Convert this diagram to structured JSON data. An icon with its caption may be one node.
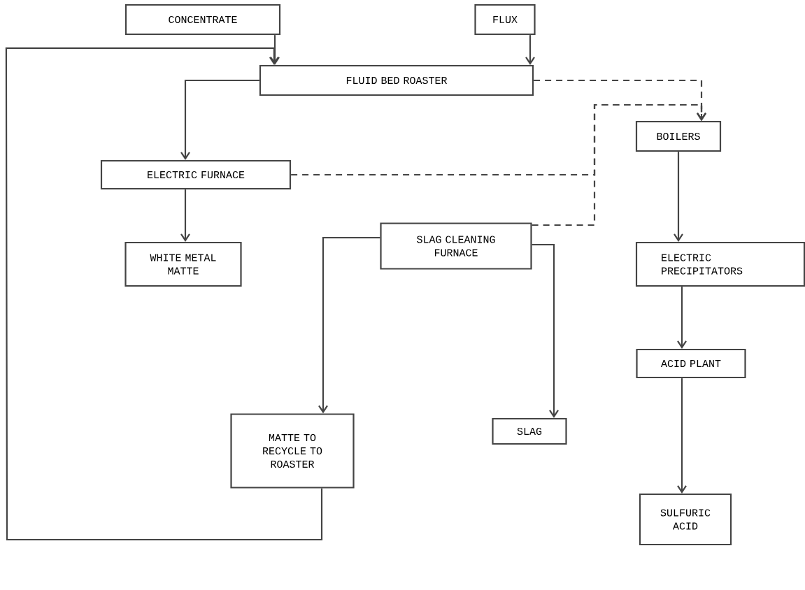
{
  "diagram": {
    "nodes": [
      {
        "text": [
          "CONCENTRATE"
        ]
      },
      {
        "text": [
          "FLUX"
        ]
      },
      {
        "text": [
          "FLUID BED ROASTER"
        ]
      },
      {
        "text": [
          "BOILERS"
        ]
      },
      {
        "text": [
          "ELECTRIC FURNACE"
        ]
      },
      {
        "text": [
          "WHITE METAL MATTE"
        ]
      },
      {
        "text": [
          "SLAG CLEANING FURNACE"
        ]
      },
      {
        "text": [
          "ELECTRIC PRECIPITATORS"
        ]
      },
      {
        "text": [
          "MATTE TO RECYCLE TO ROASTER"
        ]
      },
      {
        "text": [
          "SLAG"
        ]
      },
      {
        "text": [
          "ACID PLANT"
        ]
      },
      {
        "text": [
          "SULFURIC ACID"
        ]
      }
    ],
    "edges": [
      {
        "from": 0,
        "to": 2,
        "arrow": "to"
      },
      {
        "from": 1,
        "to": 2,
        "arrow": "to"
      },
      {
        "from": 8,
        "to": 2,
        "arrow": "to"
      },
      {
        "from": 2,
        "to": 4,
        "arrow": "to"
      },
      {
        "from": 2,
        "to": 3,
        "arrow": "to",
        "style": "dashed"
      },
      {
        "from": 4,
        "to": 3,
        "arrow": "to",
        "style": "dashed"
      },
      {
        "from": 6,
        "to": 3,
        "arrow": "to",
        "style": "dashed"
      },
      {
        "from": 4,
        "to": 5,
        "arrow": "to"
      },
      {
        "from": 6,
        "to": 8,
        "arrow": "to"
      },
      {
        "from": 6,
        "to": 9,
        "arrow": "to"
      },
      {
        "from": 3,
        "to": 7,
        "arrow": "to"
      },
      {
        "from": 7,
        "to": 10,
        "arrow": "to"
      },
      {
        "from": 10,
        "to": 11,
        "arrow": "to"
      }
    ]
  }
}
